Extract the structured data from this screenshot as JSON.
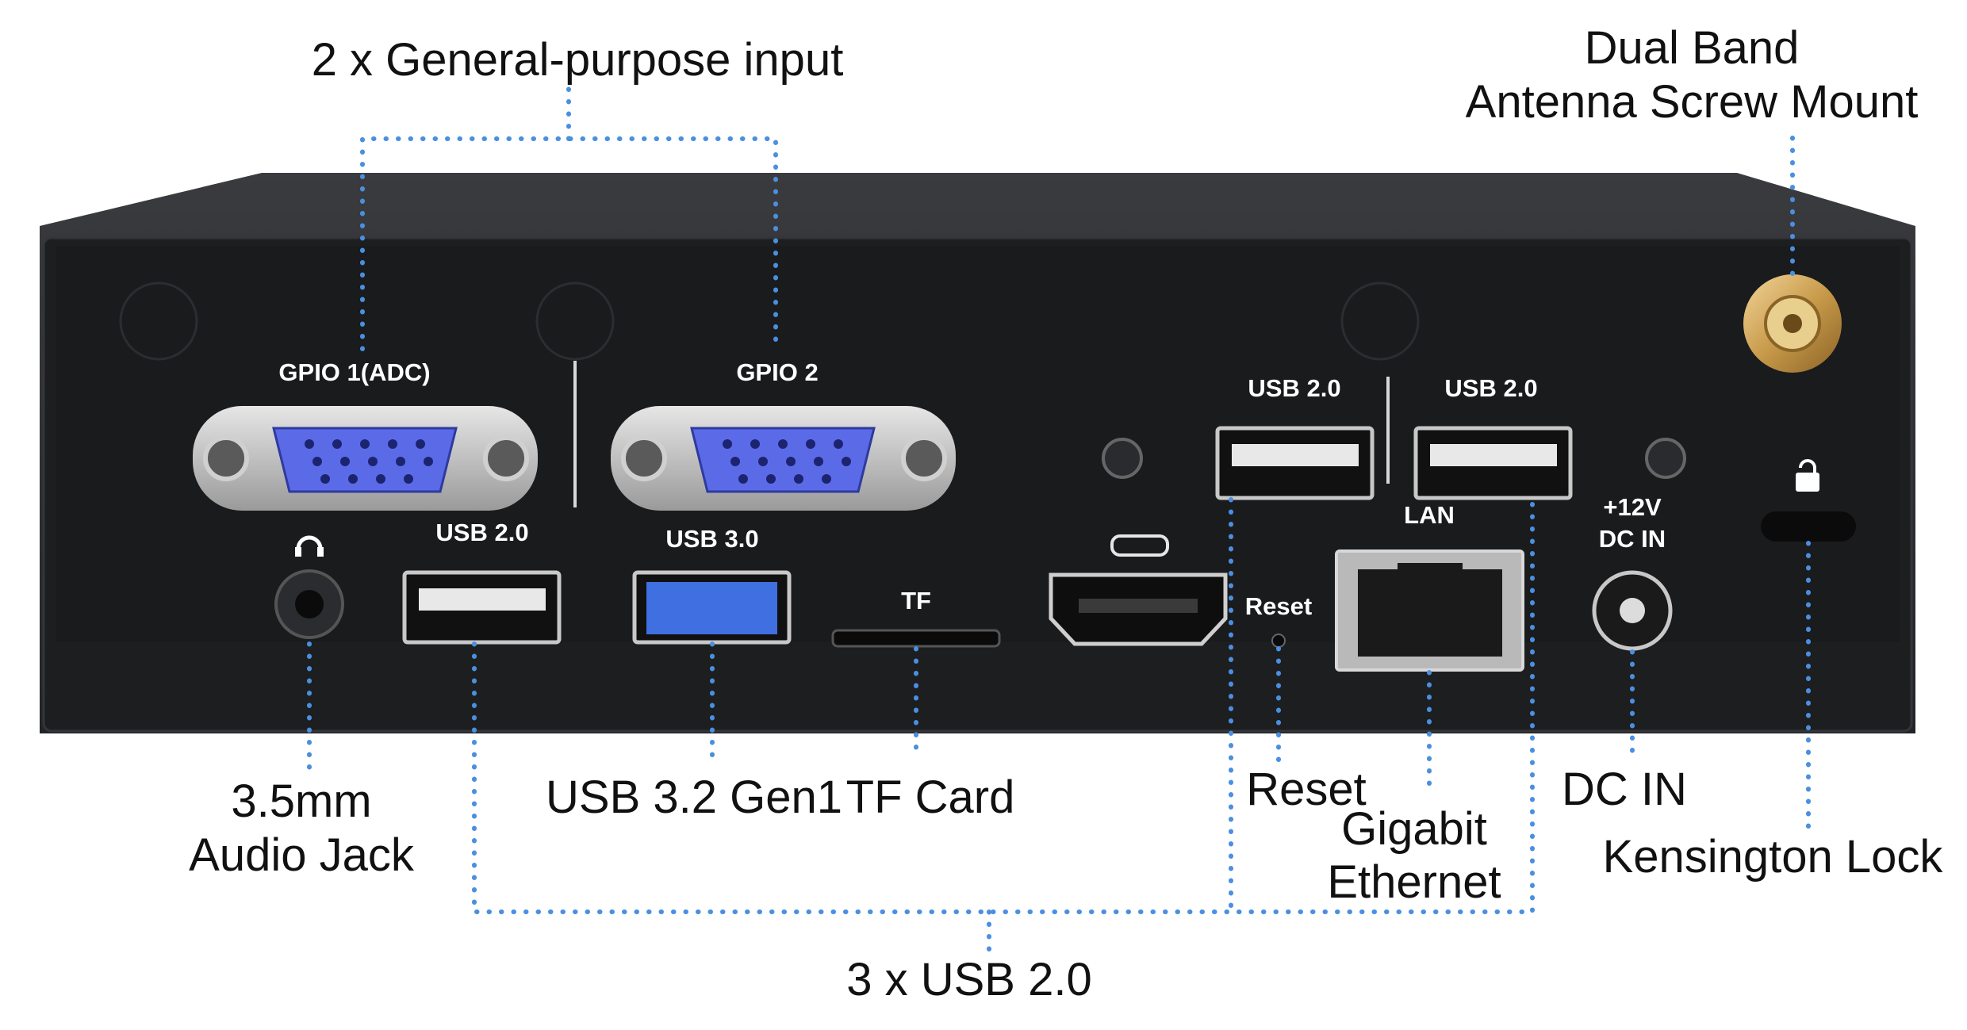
{
  "callouts": {
    "gpio": "2 x General-purpose input",
    "antenna_l1": "Dual Band",
    "antenna_l2": "Antenna Screw Mount",
    "audio_l1": "3.5mm",
    "audio_l2": "Audio Jack",
    "usb32": "USB 3.2 Gen1",
    "tf": "TF Card",
    "reset": "Reset",
    "ethernet_l1": "Gigabit",
    "ethernet_l2": "Ethernet",
    "dcin": "DC IN",
    "kensington": "Kensington Lock",
    "usb2x3": "3 x USB 2.0"
  },
  "panel_labels": {
    "gpio1": "GPIO 1(ADC)",
    "gpio2": "GPIO 2",
    "usb20_front": "USB 2.0",
    "usb30": "USB 3.0",
    "tf": "TF",
    "reset": "Reset",
    "usb20_top_left": "USB 2.0",
    "usb20_top_right": "USB 2.0",
    "lan": "LAN",
    "power_l1": "+12V",
    "power_l2": "DC IN"
  },
  "colors": {
    "leader": "#4a8fe0",
    "chassis": "#1e1f21",
    "vga": "#5b6be8",
    "usb3": "#3f6fe0"
  },
  "icons": [
    "headphone-icon",
    "lock-icon"
  ]
}
